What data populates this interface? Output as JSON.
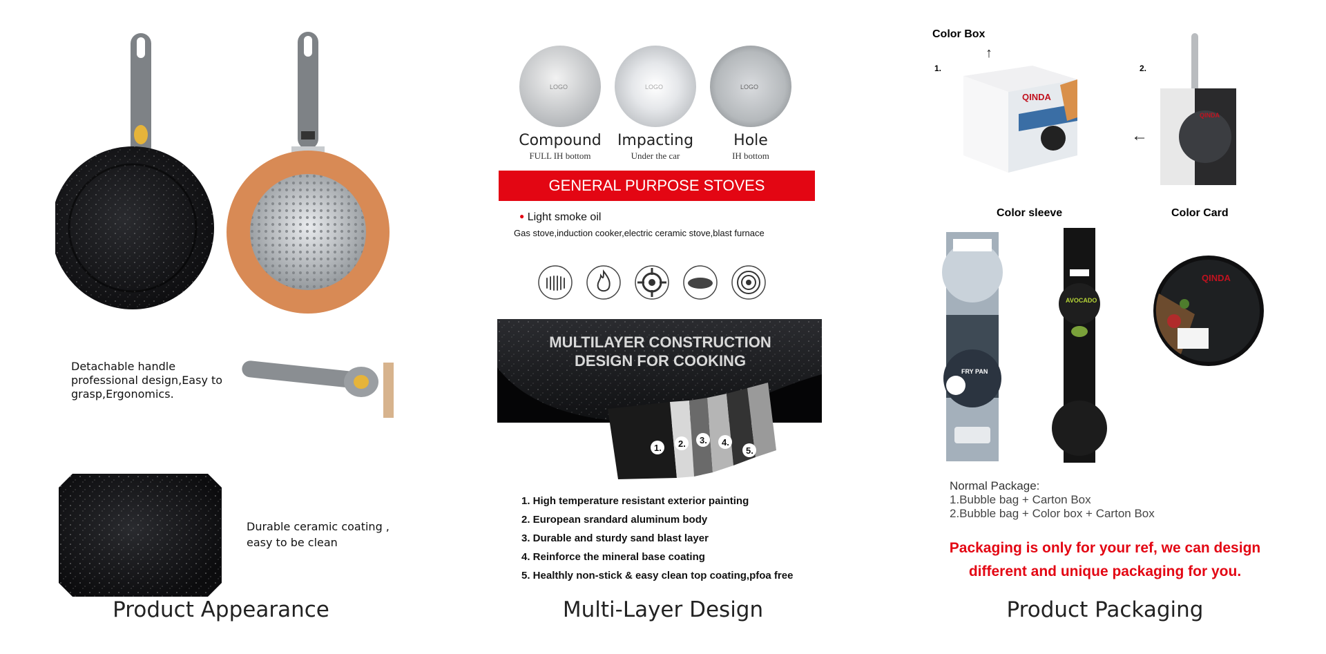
{
  "panel_appearance": {
    "caption": "Product Appearance",
    "handle_text": [
      "Detachable handle",
      "professional design,Easy to",
      "grasp,Ergonomics."
    ],
    "coating_text": [
      "Durable ceramic coating ,",
      "easy to be clean"
    ]
  },
  "panel_multilayer": {
    "caption": "Multi-Layer Design",
    "bottoms": [
      {
        "name": "Compound",
        "sub": "FULL IH bottom",
        "logo": "LOGO"
      },
      {
        "name": "Impacting",
        "sub": "Under the car",
        "logo": "LOGO"
      },
      {
        "name": "Hole",
        "sub": "IH bottom",
        "logo": "LOGO"
      }
    ],
    "banner": "GENERAL PURPOSE STOVES",
    "bullet": "Light smoke oil",
    "stove_list": "Gas stove,induction cooker,electric ceramic stove,blast furnace",
    "stove_icons": [
      "induction-coil-icon",
      "gas-flame-icon",
      "gas-burner-icon",
      "ceramic-plate-icon",
      "electric-hob-icon"
    ],
    "construction_title": [
      "MULTILAYER CONSTRUCTION",
      "DESIGN FOR COOKING"
    ],
    "layer_numbers": [
      "1.",
      "2.",
      "3.",
      "4.",
      "5."
    ],
    "features": [
      "1. High temperature resistant exterior painting",
      "2. European srandard aluminum body",
      "3. Durable and sturdy sand blast layer",
      "4. Reinforce the mineral base coating",
      "5. Healthly non-stick & easy clean top coating,pfoa free"
    ]
  },
  "panel_packaging": {
    "caption": "Product Packaging",
    "color_box_label": "Color Box",
    "step1": "1.",
    "step2": "2.",
    "color_sleeve_label": "Color sleeve",
    "color_card_label": "Color Card",
    "brand": "QINDA",
    "sleeve_product": "FRY PAN",
    "sleeve_variant": "AVOCADO",
    "normal_package_title": "Normal Package:",
    "normal_package_items": [
      "1.Bubble bag + Carton Box",
      "2.Bubble bag + Color box + Carton Box"
    ],
    "note": [
      "Packaging is only for your ref, we can design",
      "different and unique packaging for you."
    ]
  },
  "colors": {
    "accent_red": "#e30613",
    "pan_black": "#1b1b1d",
    "pan_copper": "#d88a55",
    "handle_grey": "#7e8286",
    "handle_yellow": "#e6b43a"
  }
}
